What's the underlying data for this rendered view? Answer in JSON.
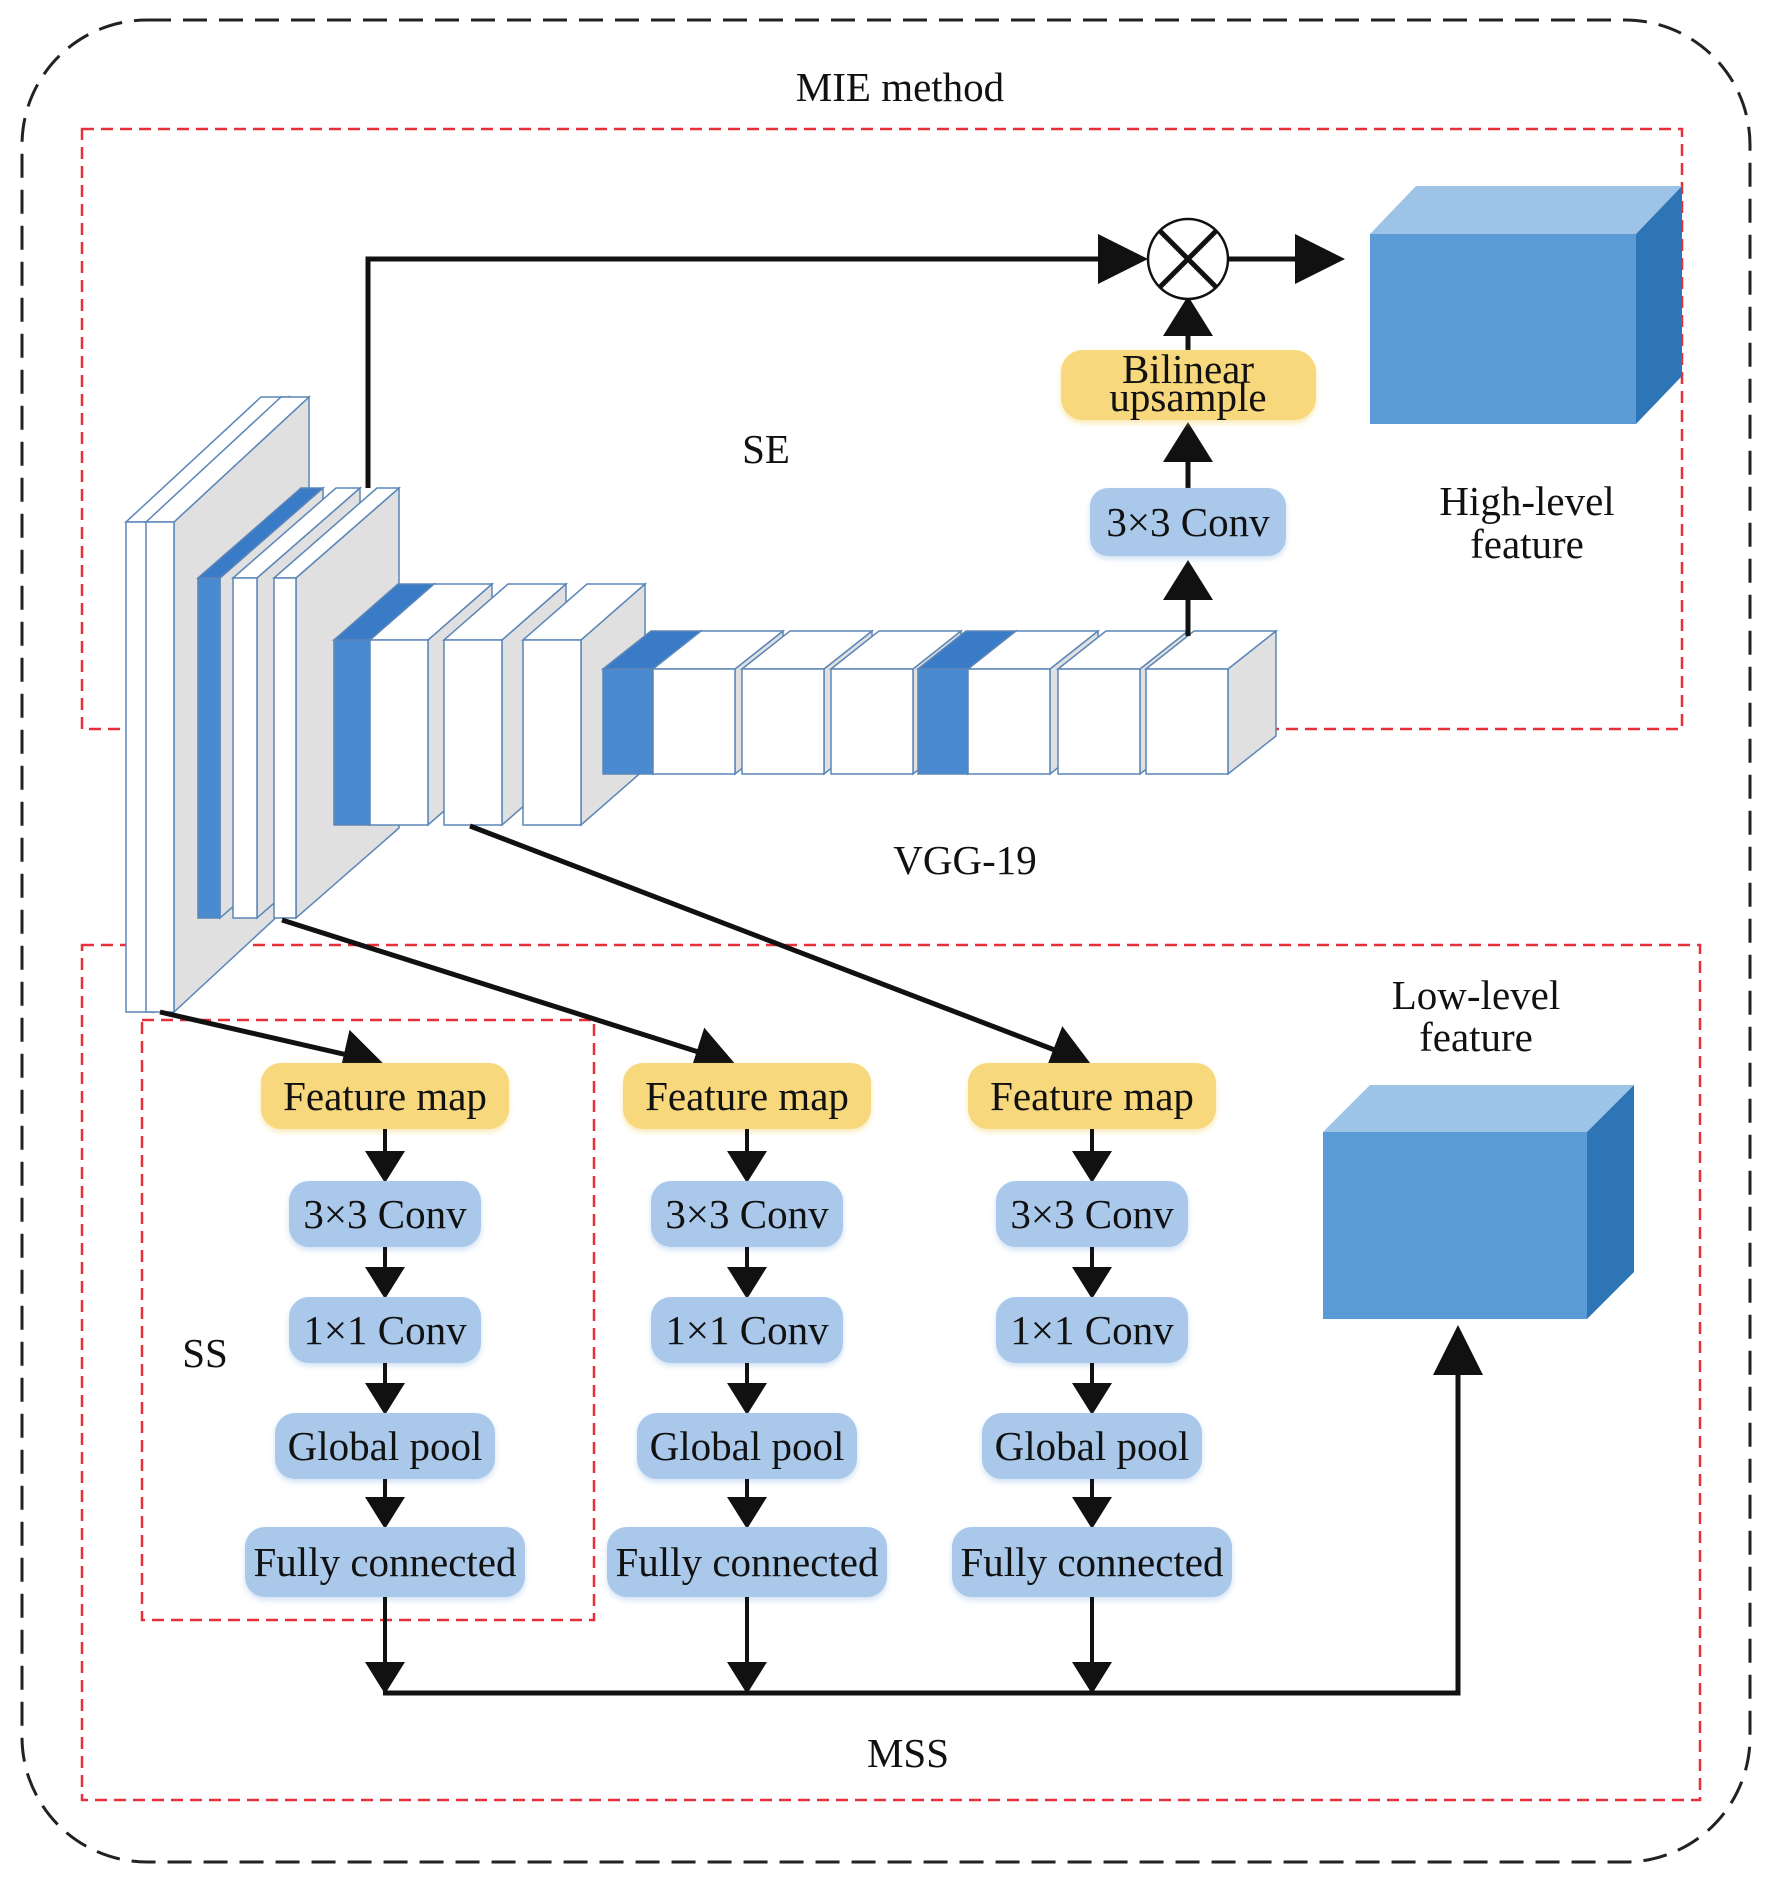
{
  "title": "MIE method",
  "regions": {
    "se": "SE",
    "backbone": "VGG-19",
    "ss": "SS",
    "mss": "MSS"
  },
  "se_branch": {
    "conv": "3×3 Conv",
    "upsample_line1": "Bilinear",
    "upsample_line2": "upsample",
    "multiply_symbol": "⊗",
    "output_line1": "High-level",
    "output_line2": "feature"
  },
  "mss_branch": {
    "columns": [
      {
        "steps": [
          "Feature map",
          "3×3 Conv",
          "1×1 Conv",
          "Global pool",
          "Fully connected"
        ]
      },
      {
        "steps": [
          "Feature map",
          "3×3 Conv",
          "1×1 Conv",
          "Global pool",
          "Fully connected"
        ]
      },
      {
        "steps": [
          "Feature map",
          "3×3 Conv",
          "1×1 Conv",
          "Global pool",
          "Fully connected"
        ]
      }
    ],
    "output_line1": "Low-level",
    "output_line2": "feature"
  },
  "colors": {
    "yellow_box": "#f7d87c",
    "blue_box": "#a9c8ea",
    "cube_front": "#5b9bd5",
    "cube_top": "#9dc3e6",
    "cube_side": "#2e75b6",
    "layer_blue": "#4a8ad0",
    "layer_grey": "#e0e0e0",
    "dashed_red": "#e8303a",
    "outline": "#222222"
  }
}
